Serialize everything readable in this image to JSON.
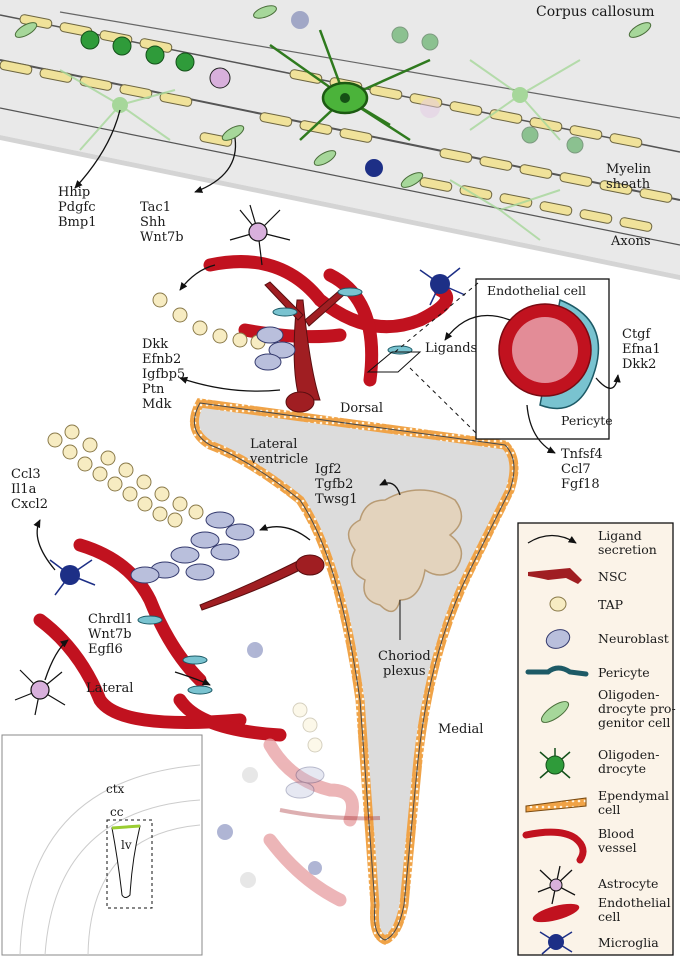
{
  "labels": {
    "corpus_callosum": "Corpus callosum",
    "myelin_sheath": [
      "Myelin",
      "sheath"
    ],
    "axons": "Axons",
    "endothelial_cell": "Endothelial cell",
    "pericyte": "Pericyte",
    "ligands": "Ligands",
    "dorsal": "Dorsal",
    "lateral": "Lateral",
    "medial": "Medial",
    "lateral_ventricle": [
      "Lateral",
      "ventricle"
    ],
    "choroid_plexus": [
      "Choriod",
      "plexus"
    ]
  },
  "gene_groups": {
    "opc_genes": [
      "Hhip",
      "Pdgfc",
      "Bmp1"
    ],
    "cc_genes": [
      "Tac1",
      "Shh",
      "Wnt7b"
    ],
    "niche_genes": [
      "Dkk",
      "Efnb2",
      "Igfbp5",
      "Ptn",
      "Mdk"
    ],
    "pericyte_genes": [
      "Ctgf",
      "Efna1",
      "Dkk2"
    ],
    "endothelial_genes": [
      "Tnfsf4",
      "Ccl7",
      "Fgf18"
    ],
    "choroid_genes": [
      "Igf2",
      "Tgfb2",
      "Twsg1"
    ],
    "microglia_genes": [
      "Ccl3",
      "Il1a",
      "Cxcl2"
    ],
    "astro_genes": [
      "Chrdl1",
      "Wnt7b",
      "Egfl6"
    ]
  },
  "inset": {
    "ctx": "ctx",
    "cc": "cc",
    "lv": "lv"
  },
  "legend": [
    {
      "icon": "ligand-arrow-icon",
      "label": [
        "Ligand",
        "secretion"
      ]
    },
    {
      "icon": "nsc-icon",
      "label": [
        "NSC"
      ]
    },
    {
      "icon": "tap-icon",
      "label": [
        "TAP"
      ]
    },
    {
      "icon": "neuroblast-icon",
      "label": [
        "Neuroblast"
      ]
    },
    {
      "icon": "pericyte-icon",
      "label": [
        "Pericyte"
      ]
    },
    {
      "icon": "opc-icon",
      "label": [
        "Oligoden-",
        "drocyte pro-",
        "genitor cell"
      ]
    },
    {
      "icon": "oligodendrocyte-icon",
      "label": [
        "Oligoden-",
        "drocyte"
      ]
    },
    {
      "icon": "ependymal-icon",
      "label": [
        "Ependymal",
        "cell"
      ]
    },
    {
      "icon": "blood-vessel-icon",
      "label": [
        "Blood",
        "vessel"
      ]
    },
    {
      "icon": "astrocyte-icon",
      "label": [
        "Astrocyte"
      ]
    },
    {
      "icon": "endothelial-icon",
      "label": [
        "Endothelial",
        "cell"
      ]
    },
    {
      "icon": "microglia-icon",
      "label": [
        "Microglia"
      ]
    }
  ],
  "colors": {
    "vessel": "#c1121f",
    "nsc": "#a01e22",
    "tap": "#f7ecc2",
    "neuroblast": "#b9bfdc",
    "pericyte": "#79c3d0",
    "opc": "#a6d79a",
    "oligodendrocyte": "#2f9b3a",
    "ependymal": "#f0a347",
    "microglia": "#1d2f86",
    "ventricle": "#dcdcdc",
    "choroid": "#e3d3bd",
    "myelin": "#f0e29a"
  }
}
